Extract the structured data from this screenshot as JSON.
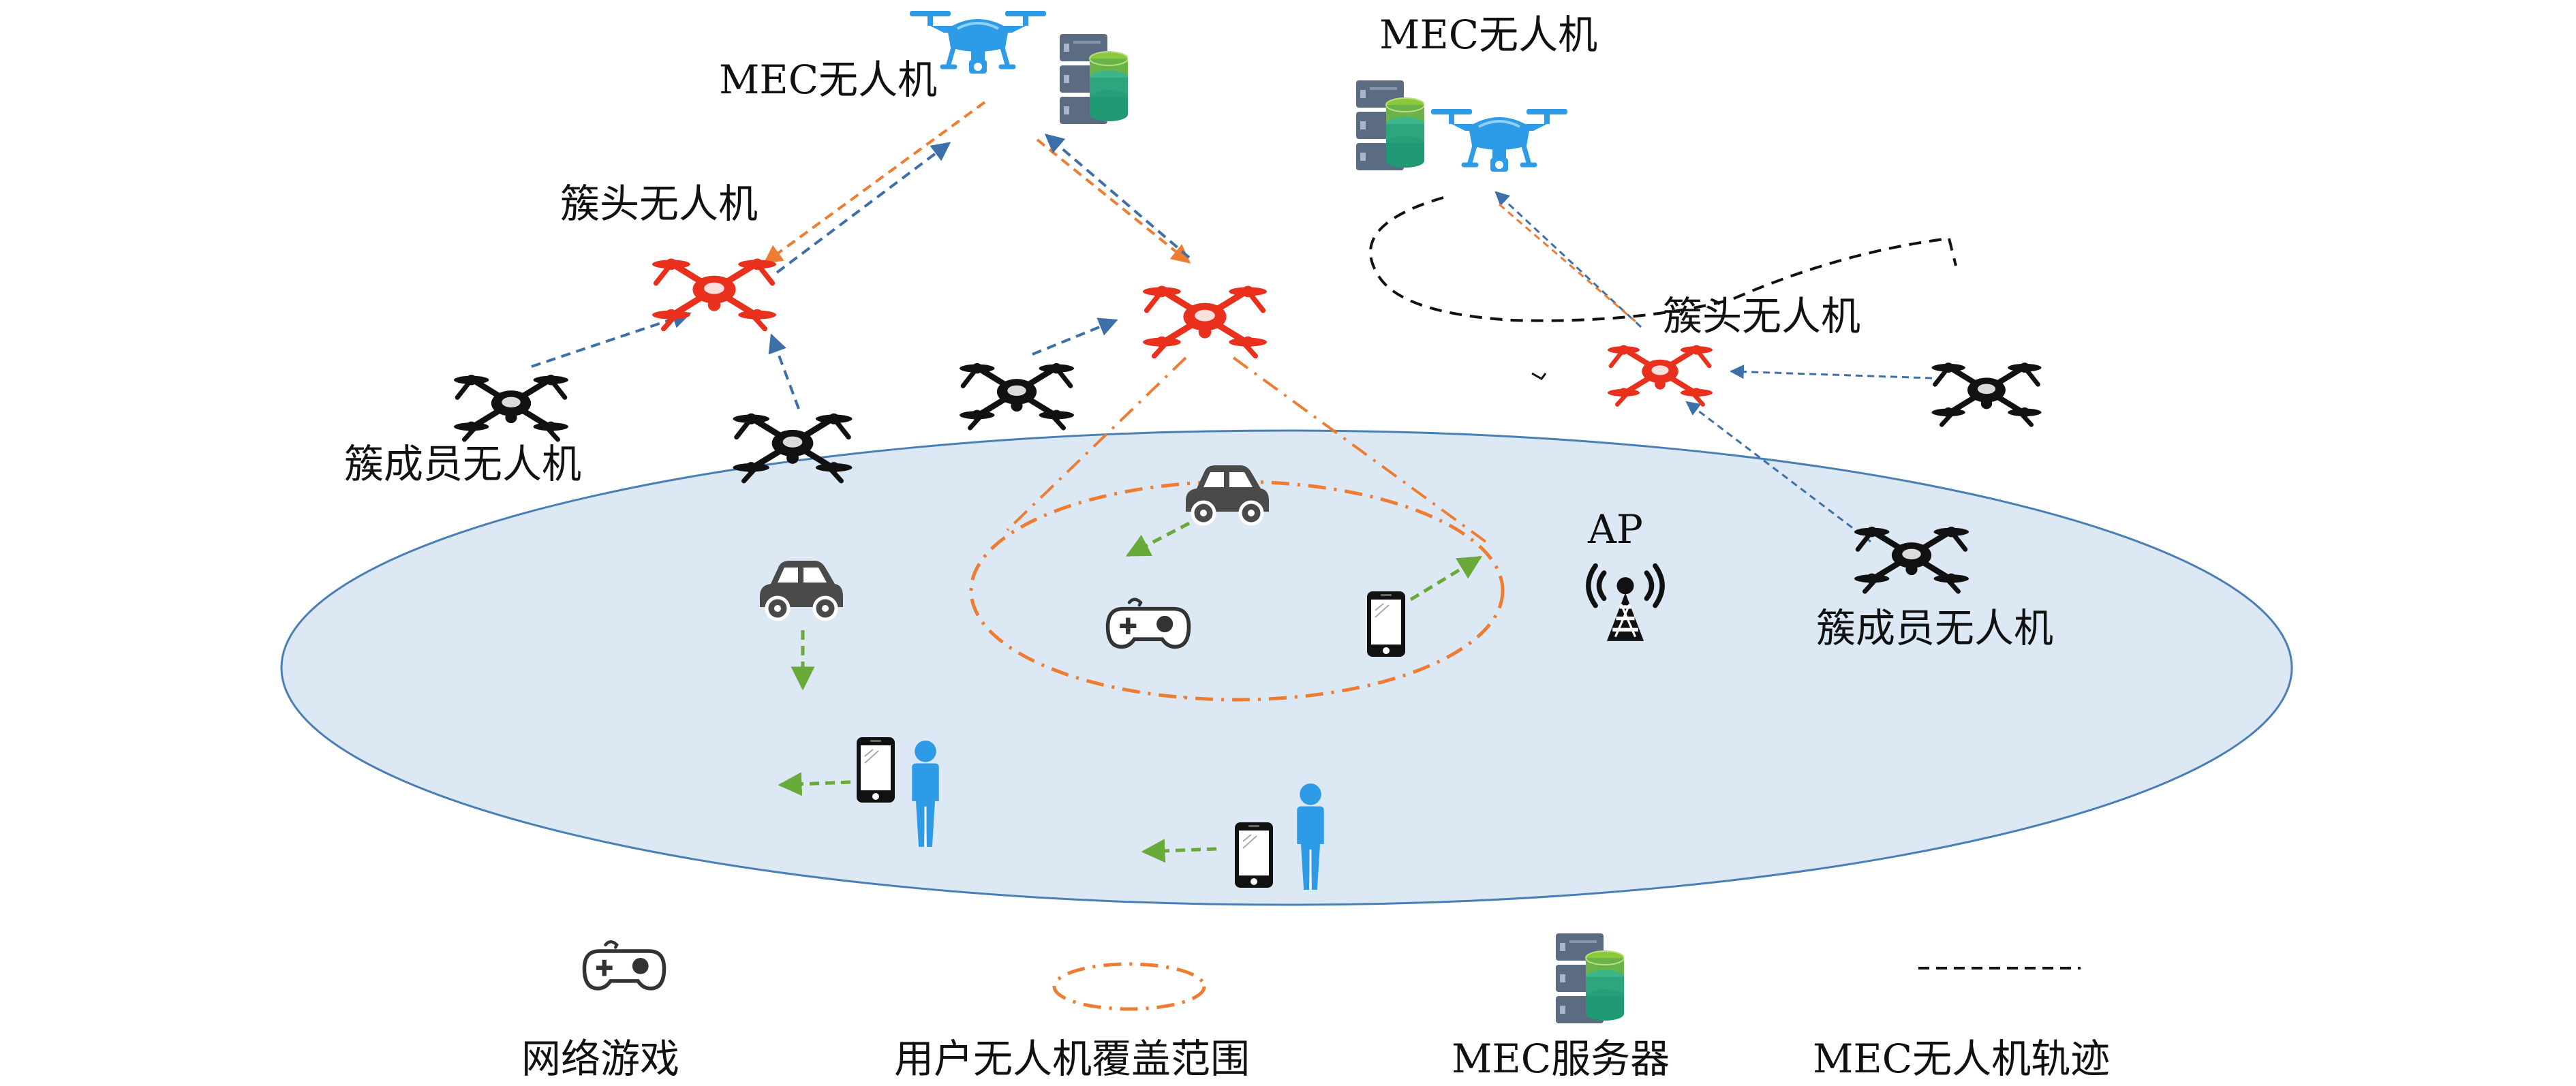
{
  "labels": {
    "mec_uav_left": "MEC无人机",
    "mec_uav_right": "MEC无人机",
    "cluster_head_left": "簇头无人机",
    "cluster_head_right": "簇头无人机",
    "cluster_member_left": "簇成员无人机",
    "cluster_member_right": "簇成员无人机",
    "ap": "AP"
  },
  "legend": {
    "game": "网络游戏",
    "coverage": "用户无人机覆盖范围",
    "mec_server": "MEC服务器",
    "trajectory": "MEC无人机轨迹"
  },
  "colors": {
    "ground": "#dde8f5",
    "ground_edge": "#4a7fb5",
    "mec_uav": "#2d9be6",
    "cluster_head": "#e8301c",
    "cluster_member": "#111111",
    "orange_link": "#ee7d32",
    "blue_link": "#3d6fa8",
    "green_link": "#6aaa3a",
    "person": "#2d9be6",
    "car": "#4a4a4a"
  },
  "icons": {
    "mec_uav": "drone-icon",
    "cluster_head": "drone-icon",
    "cluster_member": "drone-icon",
    "server": "server-database-icon",
    "car": "car-icon",
    "phone": "smartphone-icon",
    "person": "person-icon",
    "game": "gamepad-icon",
    "ap": "antenna-tower-icon"
  }
}
